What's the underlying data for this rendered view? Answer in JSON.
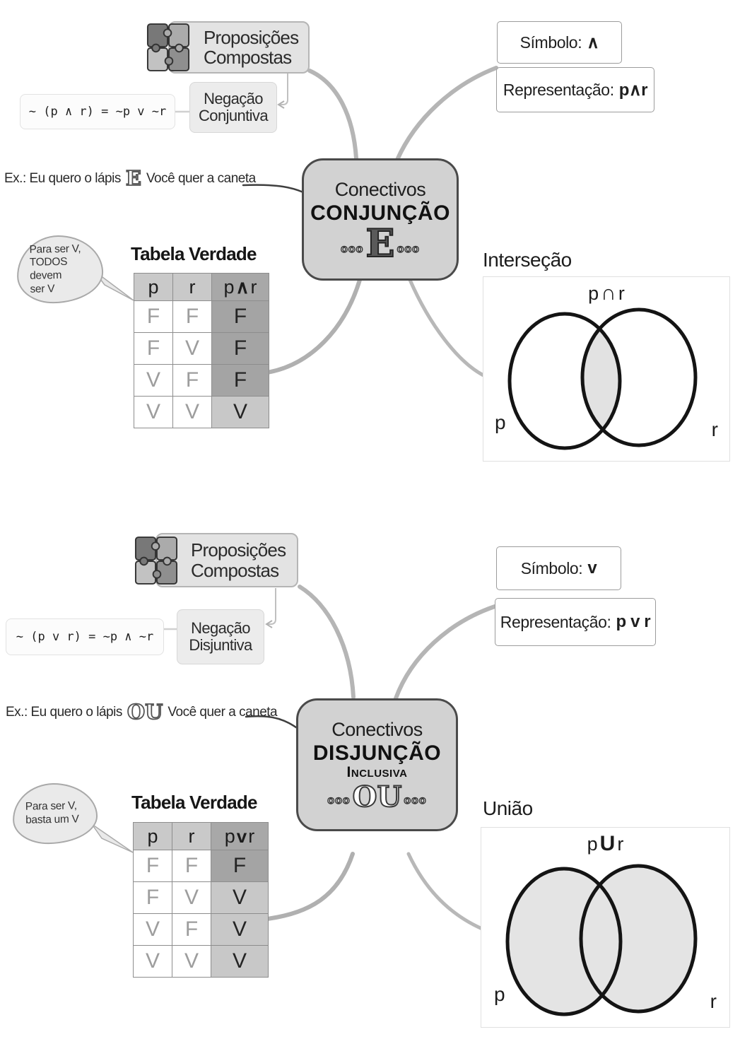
{
  "sections": [
    {
      "proposicoes": {
        "line1": "Proposições",
        "line2": "Compostas"
      },
      "negacao": {
        "line1": "Negação",
        "line2": "Conjuntiva"
      },
      "formula": "~ (p ∧ r) = ~p v ~r",
      "example": {
        "prefix": "Ex.: Eu quero o lápis",
        "connective": "E",
        "suffix": "Você quer a caneta"
      },
      "node": {
        "title": "Conectivos",
        "name": "CONJUNÇÃO",
        "subname": "",
        "dots_left": "ooo",
        "big": "E",
        "dots_right": "ooo"
      },
      "simbolo": {
        "label": "Símbolo:",
        "value": "∧"
      },
      "representacao": {
        "label": "Representação:",
        "value": "p∧r"
      },
      "cloud": {
        "line1": "Para ser V,",
        "line2": "TODOS devem",
        "line3": "ser V"
      },
      "table": {
        "title": "Tabela Verdade",
        "col1": "p",
        "col2": "r",
        "col3": {
          "left": "p",
          "op": "∧",
          "right": "r"
        },
        "rows": [
          [
            "F",
            "F",
            "F"
          ],
          [
            "F",
            "V",
            "F"
          ],
          [
            "V",
            "F",
            "F"
          ],
          [
            "V",
            "V",
            "V"
          ]
        ]
      },
      "venn": {
        "title": "Interseção",
        "set_label": {
          "left": "p",
          "op": "∩",
          "right": "r"
        },
        "left_set": "p",
        "right_set": "r",
        "shaded": "intersection"
      }
    },
    {
      "proposicoes": {
        "line1": "Proposições",
        "line2": "Compostas"
      },
      "negacao": {
        "line1": "Negação",
        "line2": "Disjuntiva"
      },
      "formula": "~ (p v r) = ~p ∧ ~r",
      "example": {
        "prefix": "Ex.: Eu quero o lápis",
        "connective": "OU",
        "suffix": "Você quer a caneta"
      },
      "node": {
        "title": "Conectivos",
        "name": "DISJUNÇÃO",
        "subname": "Inclusiva",
        "dots_left": "ooo",
        "big": "OU",
        "dots_right": "ooo"
      },
      "simbolo": {
        "label": "Símbolo:",
        "value": "v"
      },
      "representacao": {
        "label": "Representação:",
        "value": "p v r"
      },
      "cloud": {
        "line1": "Para ser V,",
        "line2": "basta um V",
        "line3": ""
      },
      "table": {
        "title": "Tabela Verdade",
        "col1": "p",
        "col2": "r",
        "col3": {
          "left": "p",
          "op": "v",
          "right": "r"
        },
        "rows": [
          [
            "F",
            "F",
            "F"
          ],
          [
            "F",
            "V",
            "V"
          ],
          [
            "V",
            "F",
            "V"
          ],
          [
            "V",
            "V",
            "V"
          ]
        ]
      },
      "venn": {
        "title": "União",
        "set_label": {
          "left": "p",
          "op": "U",
          "right": "r"
        },
        "left_set": "p",
        "right_set": "r",
        "shaded": "both"
      }
    }
  ]
}
